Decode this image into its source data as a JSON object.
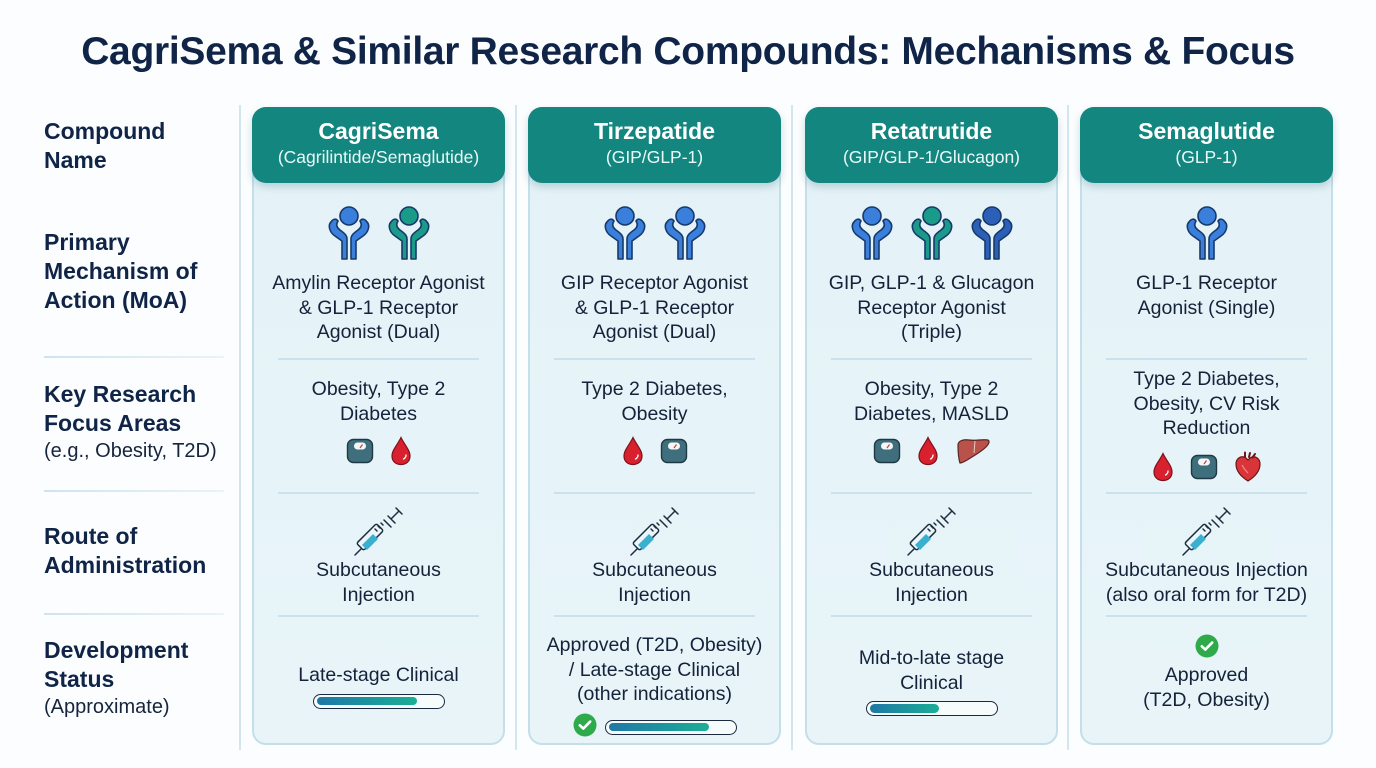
{
  "title": "CagriSema & Similar Research Compounds: Mechanisms & Focus",
  "row_labels": [
    {
      "title": "Compound Name",
      "lines": [
        "Compound",
        "Name"
      ],
      "sub": ""
    },
    {
      "title": "Primary Mechanism of Action (MoA)",
      "lines": [
        "Primary",
        "Mechanism of",
        "Action (MoA)"
      ],
      "sub": ""
    },
    {
      "title": "Key Research Focus Areas",
      "lines": [
        "Key Research",
        "Focus Areas"
      ],
      "sub": "(e.g., Obesity, T2D)"
    },
    {
      "title": "Route of Administration",
      "lines": [
        "Route of",
        "Administration"
      ],
      "sub": ""
    },
    {
      "title": "Development Status",
      "lines": [
        "Development",
        "Status"
      ],
      "sub": "(Approximate)"
    }
  ],
  "colors": {
    "header_teal": "#13867f",
    "receptor_blue": "#3a7fdc",
    "receptor_teal": "#1a9a88",
    "receptor_navy": "#2c5fb8",
    "blood_red": "#d8202e",
    "scale_slate": "#3f6f7d",
    "liver_brown": "#b9524a",
    "check_green": "#2faa4a"
  },
  "compounds": [
    {
      "name": "CagriSema",
      "subtitle": "(Cagrilintide/Semaglutide)",
      "receptors": [
        "blue",
        "teal"
      ],
      "mechanism": [
        "Amylin Receptor Agonist",
        "& GLP-1 Receptor",
        "Agonist (Dual)"
      ],
      "focus": [
        "Obesity, Type 2",
        "Diabetes"
      ],
      "focus_icons": [
        "scale-icon",
        "blood-drop-icon"
      ],
      "route": [
        "Subcutaneous",
        "Injection"
      ],
      "status": [
        "Late-stage Clinical"
      ],
      "status_progress_pct": 80,
      "status_check": false
    },
    {
      "name": "Tirzepatide",
      "subtitle": "(GIP/GLP-1)",
      "receptors": [
        "blue",
        "blue"
      ],
      "mechanism": [
        "GIP Receptor Agonist",
        "& GLP-1 Receptor",
        "Agonist (Dual)"
      ],
      "focus": [
        "Type 2 Diabetes,",
        "Obesity"
      ],
      "focus_icons": [
        "blood-drop-icon",
        "scale-icon"
      ],
      "route": [
        "Subcutaneous",
        "Injection"
      ],
      "status": [
        "Approved (T2D, Obesity)",
        "/ Late-stage Clinical",
        "(other indications)"
      ],
      "status_progress_pct": 80,
      "status_check": true
    },
    {
      "name": "Retatrutide",
      "subtitle": "(GIP/GLP-1/Glucagon)",
      "receptors": [
        "blue",
        "teal",
        "navy"
      ],
      "mechanism": [
        "GIP, GLP-1 & Glucagon",
        "Receptor Agonist",
        "(Triple)"
      ],
      "focus": [
        "Obesity, Type 2",
        "Diabetes, MASLD"
      ],
      "focus_icons": [
        "scale-icon",
        "blood-drop-icon",
        "liver-icon"
      ],
      "route": [
        "Subcutaneous",
        "Injection"
      ],
      "status": [
        "Mid-to-late stage",
        "Clinical"
      ],
      "status_progress_pct": 55,
      "status_check": false
    },
    {
      "name": "Semaglutide",
      "subtitle": "(GLP-1)",
      "receptors": [
        "blue"
      ],
      "mechanism": [
        "GLP-1 Receptor",
        "Agonist (Single)"
      ],
      "focus": [
        "Type 2 Diabetes,",
        "Obesity, CV Risk",
        "Reduction"
      ],
      "focus_icons": [
        "blood-drop-icon",
        "scale-icon",
        "heart-icon"
      ],
      "route": [
        "Subcutaneous Injection",
        "(also oral form for T2D)"
      ],
      "status": [
        "Approved",
        "(T2D, Obesity)"
      ],
      "status_progress_pct": null,
      "status_check": true
    }
  ]
}
